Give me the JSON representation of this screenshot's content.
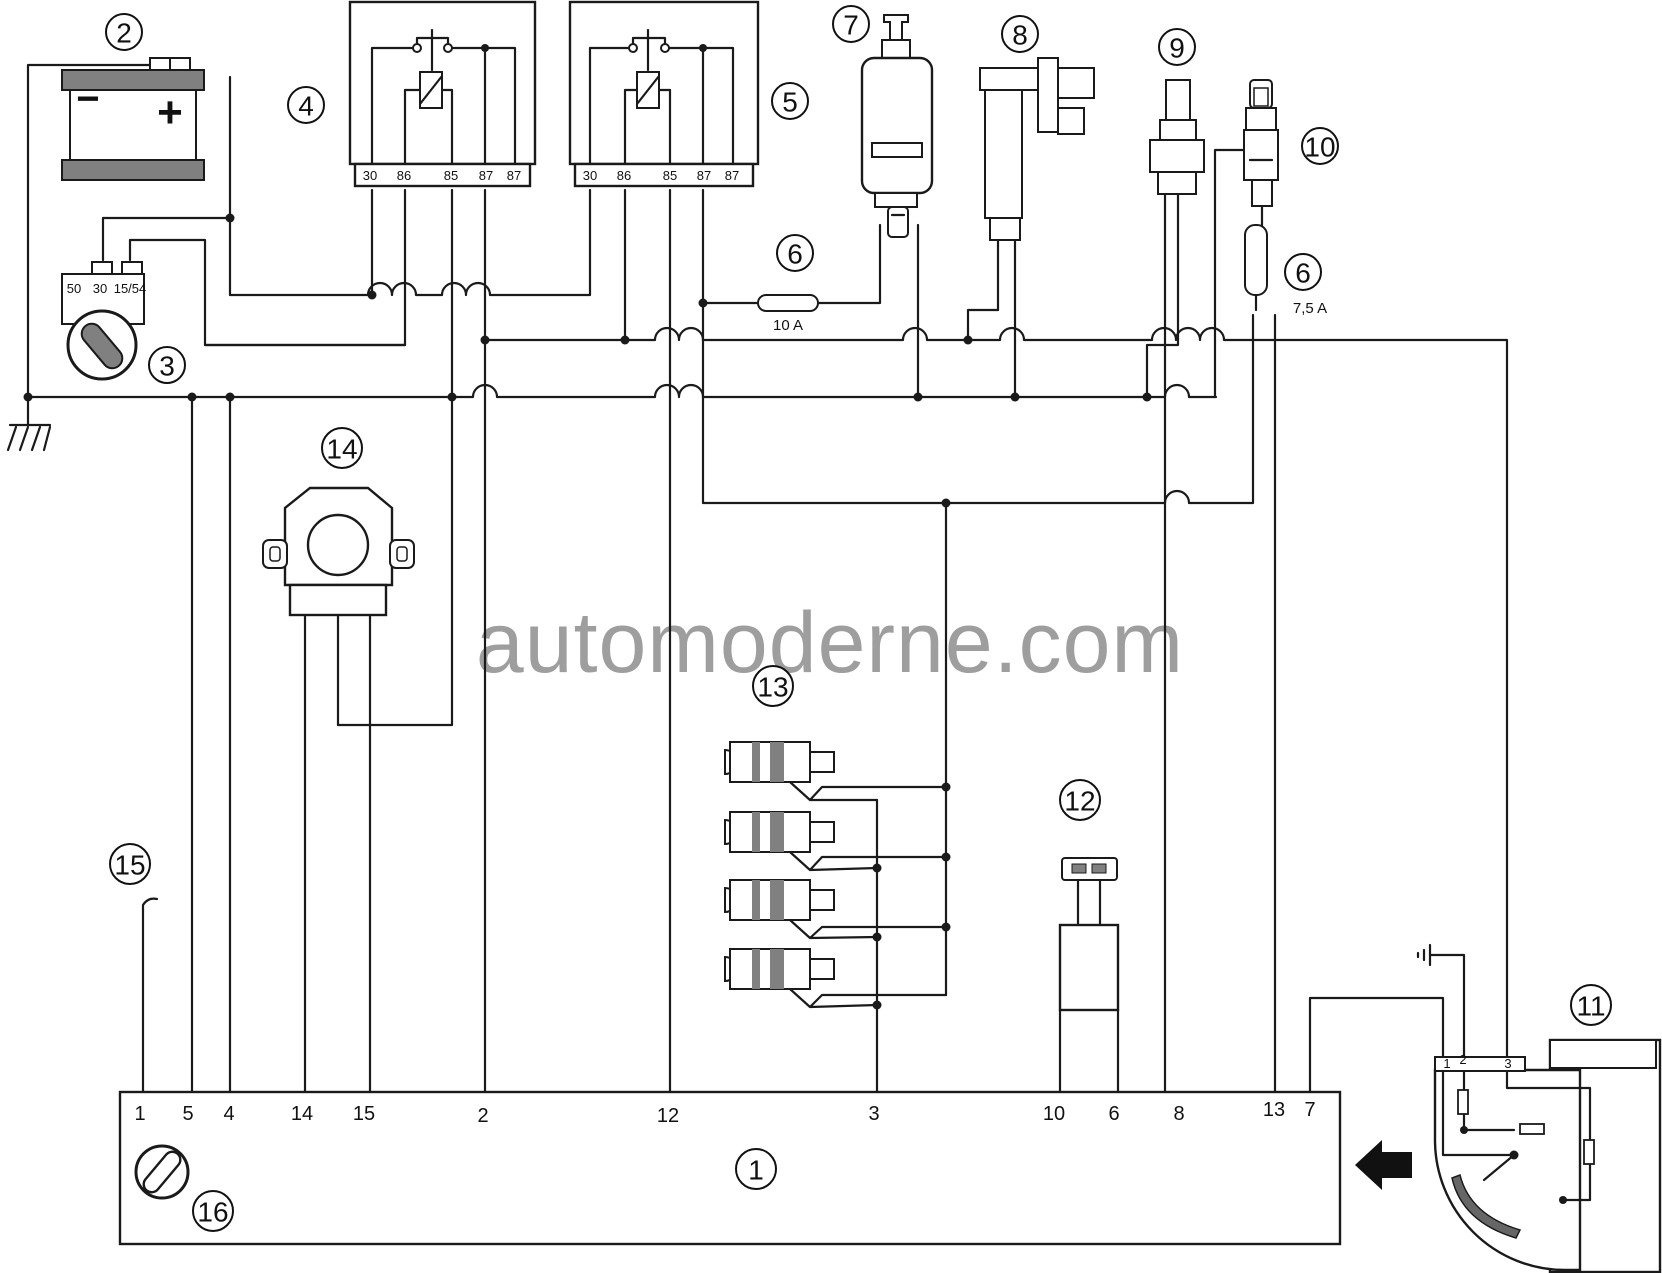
{
  "watermark": "automoderne.com",
  "components": {
    "ecu": "1",
    "battery": "2",
    "ignition_switch": "3",
    "relay_a": "4",
    "relay_b": "5",
    "fuse_a": "6",
    "fuse_b": "6",
    "fuel_pump": "7",
    "idle_valve": "8",
    "sensor_9": "9",
    "sensor_10": "10",
    "air_flow_meter": "11",
    "connector_12": "12",
    "injectors": "13",
    "ignition_coil": "14",
    "wire_15": "15",
    "ecu_adjuster": "16"
  },
  "fuses": {
    "fuse_a_rating": "10 A",
    "fuse_b_rating": "7,5 A"
  },
  "battery": {
    "minus": "−",
    "plus": "+"
  },
  "ignition_switch": {
    "terminals": [
      "50",
      "30",
      "15/54"
    ]
  },
  "relay_a": {
    "terminals": [
      "30",
      "86",
      "85",
      "87",
      "87"
    ]
  },
  "relay_b": {
    "terminals": [
      "30",
      "86",
      "85",
      "87",
      "87"
    ]
  },
  "ecu_pins": [
    "1",
    "5",
    "4",
    "14",
    "15",
    "2",
    "12",
    "3",
    "10",
    "6",
    "8",
    "13",
    "7"
  ],
  "air_flow_meter_pins": [
    "1",
    "2",
    "3"
  ]
}
